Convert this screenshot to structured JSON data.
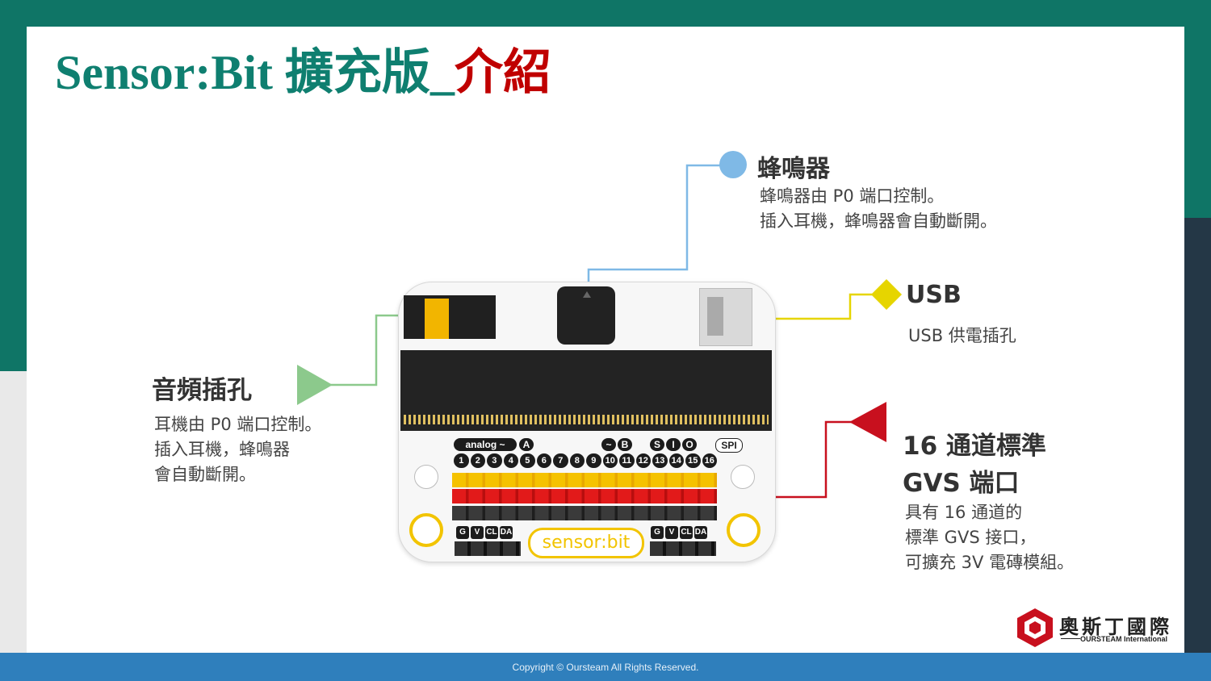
{
  "slide": {
    "title_main": "Sensor:Bit 擴充版_",
    "title_highlight": "介紹"
  },
  "callouts": {
    "buzzer": {
      "title": "蜂鳴器",
      "lines": [
        "蜂鳴器由 P0 端口控制。",
        "插入耳機，蜂鳴器會自動斷開。"
      ],
      "color": "#7fb9e6"
    },
    "usb": {
      "title": "USB",
      "lines": [
        "USB 供電插孔"
      ],
      "color": "#e6d500"
    },
    "audio": {
      "title": "音頻插孔",
      "lines": [
        "耳機由 P0 端口控制。",
        "插入耳機，蜂鳴器",
        "會自動斷開。"
      ],
      "color": "#8cc98c"
    },
    "gvs": {
      "title_line1": "16 通道標準",
      "title_line2": "GVS 端口",
      "lines": [
        "具有 16 通道的",
        "標準 GVS 接口，",
        "可擴充 3V 電磚模組。"
      ],
      "color": "#c8101e"
    }
  },
  "board": {
    "analog_label": "analog ~",
    "a_label": "A",
    "pwm_label": "~",
    "b_label": "B",
    "s_label": "S",
    "i_label": "I",
    "o_label": "O",
    "spi_label": "SPI",
    "pins": [
      "1",
      "2",
      "3",
      "4",
      "5",
      "6",
      "7",
      "8",
      "9",
      "10",
      "11",
      "12",
      "13",
      "14",
      "15",
      "16"
    ],
    "gvcd": [
      "G",
      "V",
      "CL",
      "DA"
    ],
    "brand": "sensor:bit"
  },
  "logo": {
    "name": "奧斯丁國際",
    "sub": "OURSTEAM International"
  },
  "footer": {
    "copyright": "Copyright © Oursteam All Rights Reserved."
  }
}
